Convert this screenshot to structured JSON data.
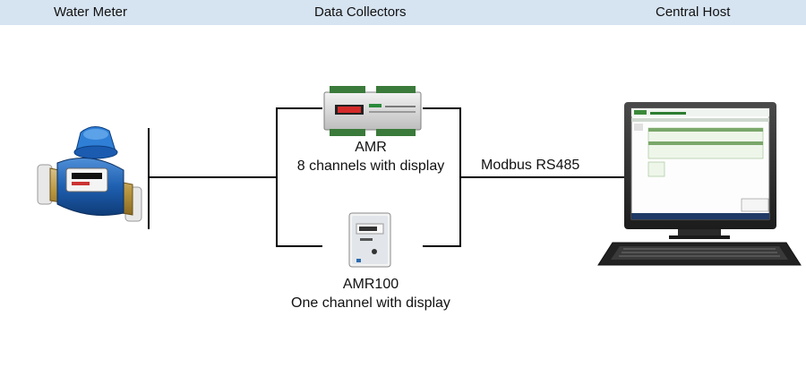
{
  "header": {
    "water_meter": "Water Meter",
    "data_collectors": "Data Collectors",
    "central_host": "Central Host"
  },
  "devices": {
    "amr": {
      "name": "AMR",
      "description": "8 channels with display"
    },
    "amr100": {
      "name": "AMR100",
      "description": "One channel with display"
    }
  },
  "link": {
    "label": "Modbus RS485"
  },
  "colors": {
    "header_band": "#d6e3f1",
    "wire": "#000000",
    "meter_blue": "#1e5fb0",
    "monitor_bezel": "#2b2b2b"
  },
  "icons": {
    "meter": "water-meter-icon",
    "amr": "din-rail-collector-icon",
    "amr100": "wall-collector-icon",
    "host": "computer-monitor-icon"
  }
}
